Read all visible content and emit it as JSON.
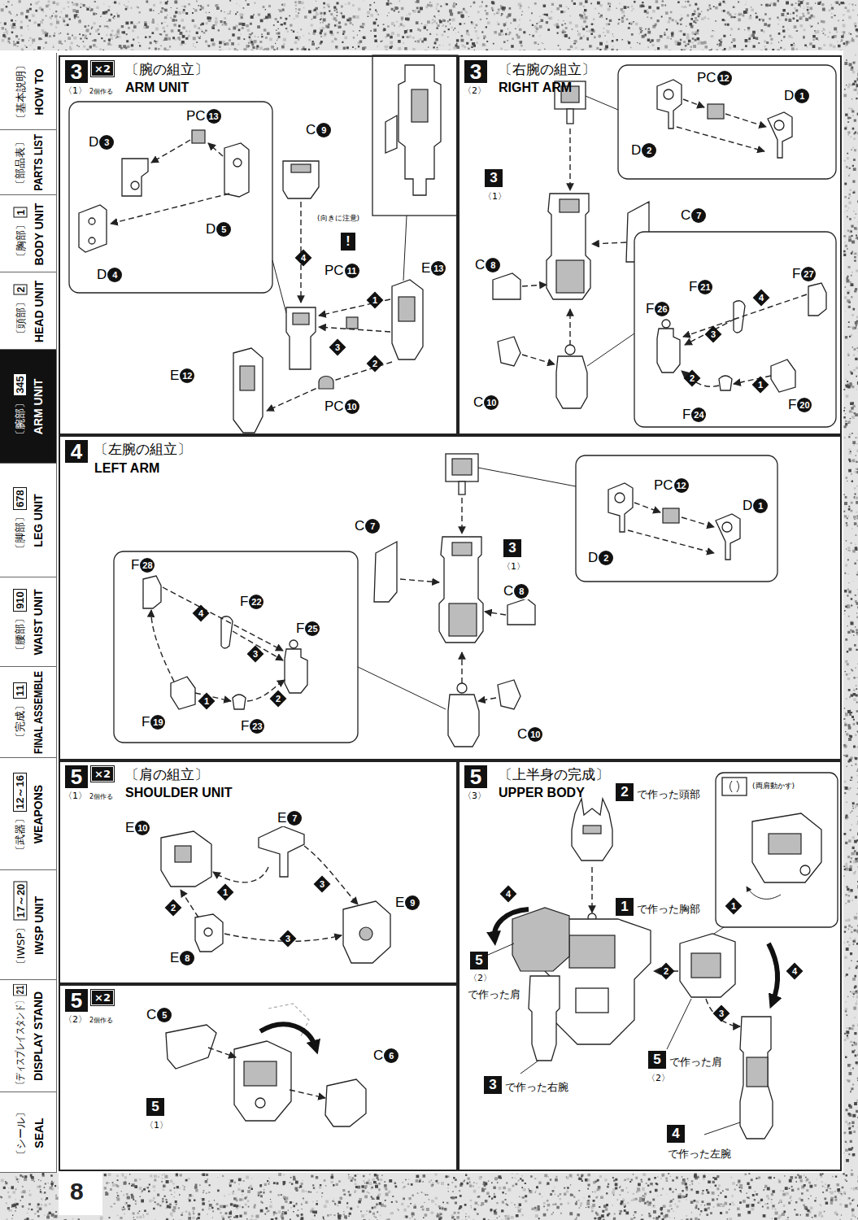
{
  "diagram": {
    "nodes": [
      {
        "text": [
          "〔基本説明〕",
          "HOW TO"
        ]
      },
      {
        "text": [
          "〔部品表〕",
          "PARTS LIST"
        ]
      },
      {
        "text": [
          "〔胸部〕",
          "1",
          "BODY UNIT"
        ]
      },
      {
        "text": [
          "〔頭部〕",
          "2",
          "HEAD UNIT"
        ]
      },
      {
        "text": [
          "〔腕部〕",
          "345",
          "ARM UNIT"
        ]
      },
      {
        "text": [
          "〔脚部〕",
          "678",
          "LEG UNIT"
        ]
      },
      {
        "text": [
          "〔腰部〕",
          "910",
          "WAIST UNIT"
        ]
      },
      {
        "text": [
          "〔完成〕",
          "11",
          "FINAL ASSEMBLE"
        ]
      },
      {
        "text": [
          "〔武器〕",
          "12～16",
          "WEAPONS"
        ]
      },
      {
        "text": [
          "〔IWSP〕",
          "17～20",
          "IWSP UNIT"
        ]
      },
      {
        "text": [
          "〔ディスプレイスタンド〕",
          "21",
          "DISPLAY STAND"
        ]
      },
      {
        "text": [
          "〔シール〕",
          "SEAL"
        ]
      },
      {
        "text": [
          "3",
          "×2",
          "〈1〉",
          "2個作る",
          "〔腕の組立〕",
          "ARM UNIT"
        ]
      },
      {
        "text": [
          "3",
          "〈2〉",
          "〔右腕の組立〕",
          "RIGHT ARM"
        ]
      },
      {
        "text": [
          "4",
          "〔左腕の組立〕",
          "LEFT ARM"
        ]
      },
      {
        "text": [
          "5",
          "×2",
          "〈1〉",
          "2個作る",
          "〔肩の組立〕",
          "SHOULDER UNIT"
        ]
      },
      {
        "text": [
          "5",
          "×2",
          "〈2〉",
          "2個作る"
        ]
      },
      {
        "text": [
          "5",
          "〈3〉",
          "〔上半身の完成〕",
          "UPPER BODY"
        ]
      }
    ],
    "labels": [
      "PC13",
      "D3",
      "C9",
      "D5",
      "D4",
      "(向きに注意)",
      "!",
      "PC11",
      "E13",
      "4",
      "1",
      "3",
      "2",
      "E12",
      "PC10",
      "PC12",
      "D1",
      "D2",
      "3",
      "〈1〉",
      "C7",
      "C8",
      "F27",
      "F21",
      "F26",
      "4",
      "3",
      "2",
      "1",
      "F20",
      "F24",
      "C10",
      "PC12",
      "D1",
      "D2",
      "C7",
      "3",
      "〈1〉",
      "C8",
      "F28",
      "F22",
      "F25",
      "4",
      "3",
      "2",
      "1",
      "F19",
      "F23",
      "C10",
      "E10",
      "E7",
      "1",
      "3",
      "2",
      "3",
      "E9",
      "E8",
      "C5",
      "C6",
      "5",
      "〈1〉",
      "2",
      "で作った頭部",
      "(両肩動かす)",
      "4",
      "1",
      "で作った胸部",
      "1",
      "5",
      "〈2〉",
      "で作った肩",
      "2",
      "4",
      "3",
      "5",
      "で作った肩",
      "〈2〉",
      "3",
      "で作った右腕",
      "4",
      "で作った左腕",
      "8"
    ]
  }
}
